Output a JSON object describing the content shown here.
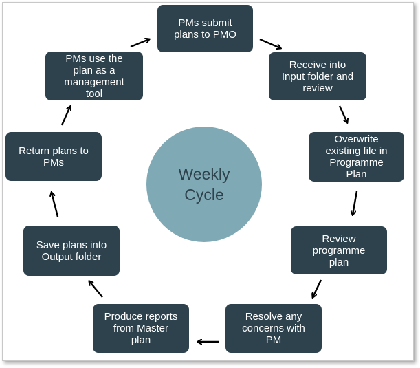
{
  "diagram": {
    "center_label": "Weekly\nCycle",
    "steps": [
      "PMs submit\nplans to PMO",
      "Receive into\nInput folder and\nreview",
      "Overwrite\nexisting file in\nProgramme\nPlan",
      "Review\nprogramme\nplan",
      "Resolve any\nconcerns with\nPM",
      "Produce reports\nfrom Master\nplan",
      "Save plans into\nOutput folder",
      "Return plans to\nPMs",
      "PMs use the\nplan as a\nmanagement\ntool"
    ],
    "colors": {
      "box": "#2e424d",
      "circle": "#7fa9b5",
      "text": "#ffffff"
    }
  }
}
